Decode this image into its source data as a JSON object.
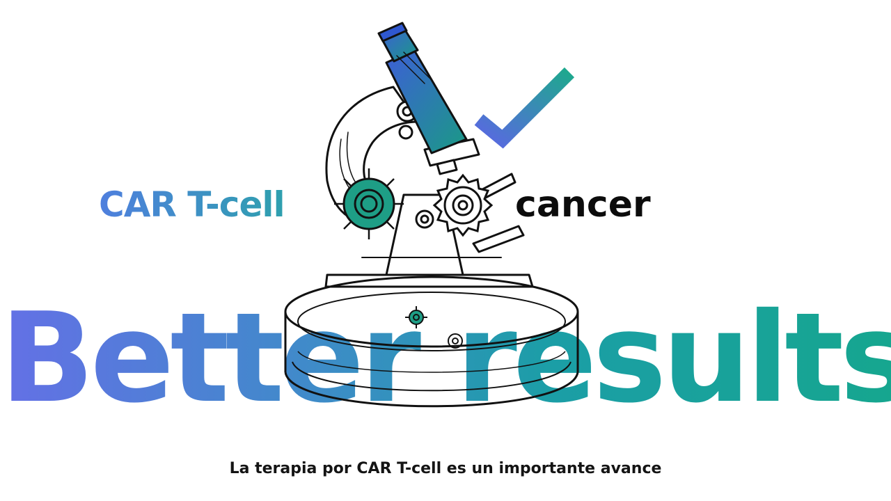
{
  "scene": {
    "headline": "Better results",
    "label_left": "CAR T-cell",
    "label_right": "cancer",
    "caption": "La terapia por CAR T-cell es un importante avance"
  },
  "colors": {
    "gradient_blue": "#6470e6",
    "gradient_teal": "#16a68f",
    "cell_teal": "#1e9e86",
    "ink": "#111111"
  },
  "icons": [
    "microscope-illustration",
    "checkmark-icon",
    "car-t-cell-icon",
    "cancer-cell-icon",
    "petri-dish-illustration"
  ]
}
